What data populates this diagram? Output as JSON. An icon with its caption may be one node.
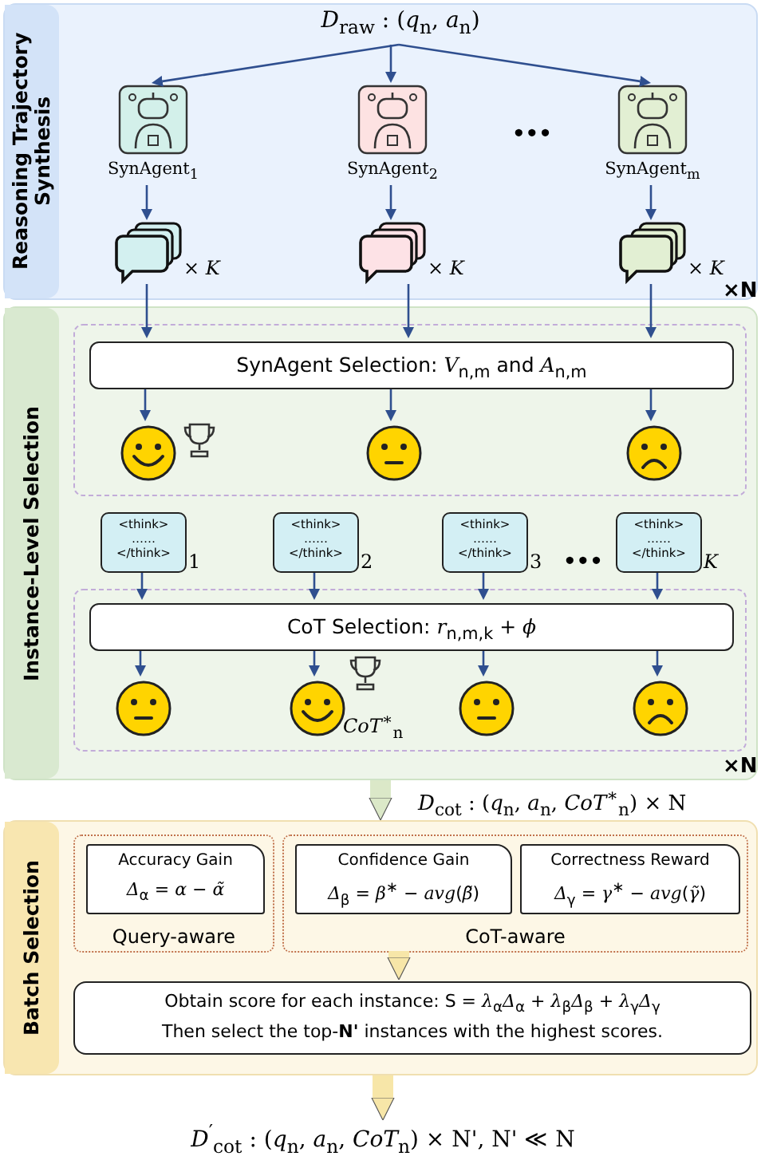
{
  "diagram": {
    "nodes": [
      {
        "text": [
          "Reasoning Trajectory Synthesis"
        ]
      },
      {
        "text": [
          "*D*$_{raw}$ : (*q*$_{n}$, *a*$_{n}$)"
        ],
        "in": 0
      },
      {
        "text": [
          "SynAgent$_{1}$"
        ],
        "in": 0
      },
      {
        "text": [
          "SynAgent$_{2}$"
        ],
        "in": 0
      },
      {
        "text": [
          "SynAgent$_{m}$"
        ],
        "in": 0
      },
      {
        "text": [],
        "shape": "bubble",
        "in": 0,
        "beside": [
          "× *K*"
        ]
      },
      {
        "text": [],
        "shape": "bubble",
        "in": 0,
        "beside": [
          "× *K*"
        ]
      },
      {
        "text": [],
        "shape": "bubble",
        "in": 0,
        "beside": [
          "× *K*"
        ]
      },
      {
        "text": [
          "Instance-Level Selection"
        ]
      },
      {
        "text": [],
        "shape": "box",
        "in": 8
      },
      {
        "text": [
          "SynAgent Selection: *V*$_{n,m}$ and *A*$_{n,m}$"
        ],
        "in": 9
      },
      {
        "text": [],
        "shape": "circle",
        "in": 9
      },
      {
        "text": [],
        "shape": "circle",
        "in": 9
      },
      {
        "text": [],
        "shape": "circle",
        "in": 9
      },
      {
        "text": [
          "<think> …… </think>"
        ],
        "in": 8,
        "beside": [
          "1"
        ]
      },
      {
        "text": [
          "<think> …… </think>"
        ],
        "in": 8,
        "beside": [
          "2"
        ]
      },
      {
        "text": [
          "<think> …… </think>"
        ],
        "in": 8,
        "beside": [
          "3"
        ]
      },
      {
        "text": [
          "<think> …… </think>"
        ],
        "in": 8,
        "beside": [
          "*K*"
        ]
      },
      {
        "text": [],
        "shape": "box",
        "in": 8
      },
      {
        "text": [
          "CoT Selection: *r*$_{n,m,k}$ + *ϕ*"
        ],
        "in": 18
      },
      {
        "text": [],
        "shape": "circle",
        "in": 18
      },
      {
        "text": [],
        "shape": "circle",
        "in": 18,
        "beside": [
          "*CoT*$^{∗}$$_{n}$"
        ]
      },
      {
        "text": [],
        "shape": "circle",
        "in": 18
      },
      {
        "text": [],
        "shape": "circle",
        "in": 18
      },
      {
        "text": [
          "Batch Selection"
        ]
      },
      {
        "text": [
          "Query-aware"
        ],
        "in": 24
      },
      {
        "text": [
          "Accuracy Gain",
          "*Δ*$_{α}$ = *α* − *α̃*"
        ],
        "in": 25
      },
      {
        "text": [
          "CoT-aware"
        ],
        "in": 24
      },
      {
        "text": [
          "Confidence Gain",
          "*Δ*$_{β}$ = *β*$^{∗}$ − *avg*(*β̃*)"
        ],
        "in": 27
      },
      {
        "text": [
          "Correctness Reward",
          "*Δ*$_{γ}$ = *γ*$^{∗}$ − *avg*(*γ̃*)"
        ],
        "in": 27
      },
      {
        "text": [
          "Obtain score for each instance: S = *λ*$_{α}$*Δ*$_{α}$ + *λ*$_{β}$*Δ*$_{β}$ + *λ*$_{γ}$*Δ*$_{γ}$",
          "Then select the top-**N'** instances with the highest scores."
        ],
        "in": 24
      },
      {
        "text": [
          "*D*$^{′}$$_{cot}$ : (*q*$_{n}$, *a*$_{n}$, *CoT*$_{n}$) × N', N' ≪ N"
        ]
      }
    ],
    "edges": [
      {
        "from": 1,
        "to": 2,
        "arrow": "to"
      },
      {
        "from": 1,
        "to": 3,
        "arrow": "to"
      },
      {
        "from": 1,
        "to": 4,
        "arrow": "to"
      },
      {
        "from": 2,
        "to": 5,
        "arrow": "to"
      },
      {
        "from": 3,
        "to": 6,
        "arrow": "to"
      },
      {
        "from": 4,
        "to": 7,
        "arrow": "to"
      },
      {
        "from": 5,
        "to": 10,
        "arrow": "to"
      },
      {
        "from": 6,
        "to": 10,
        "arrow": "to"
      },
      {
        "from": 7,
        "to": 10,
        "arrow": "to"
      },
      {
        "from": 10,
        "to": 11,
        "arrow": "to"
      },
      {
        "from": 10,
        "to": 12,
        "arrow": "to"
      },
      {
        "from": 10,
        "to": 13,
        "arrow": "to"
      },
      {
        "from": 14,
        "to": 19,
        "arrow": "to"
      },
      {
        "from": 15,
        "to": 19,
        "arrow": "to"
      },
      {
        "from": 16,
        "to": 19,
        "arrow": "to"
      },
      {
        "from": 17,
        "to": 19,
        "arrow": "to"
      },
      {
        "from": 19,
        "to": 20,
        "arrow": "to"
      },
      {
        "from": 19,
        "to": 21,
        "arrow": "to"
      },
      {
        "from": 19,
        "to": 22,
        "arrow": "to"
      },
      {
        "from": 19,
        "to": 23,
        "arrow": "to"
      },
      {
        "from": 8,
        "to": 24,
        "arrow": "to",
        "label": "*D*$_{cot}$ : (*q*$_{n}$, *a*$_{n}$, *CoT*$^{∗}$$_{n}$) × N",
        "style": "thick",
        "color": "#dbe8c8"
      },
      {
        "from": 27,
        "to": 30,
        "arrow": "to",
        "style": "thick",
        "color": "#f7e6a8"
      },
      {
        "from": 24,
        "to": 31,
        "arrow": "to",
        "style": "thick",
        "color": "#f7e6a8"
      }
    ],
    "labels": [
      "•••",
      "×N",
      "•••",
      "×N"
    ]
  }
}
